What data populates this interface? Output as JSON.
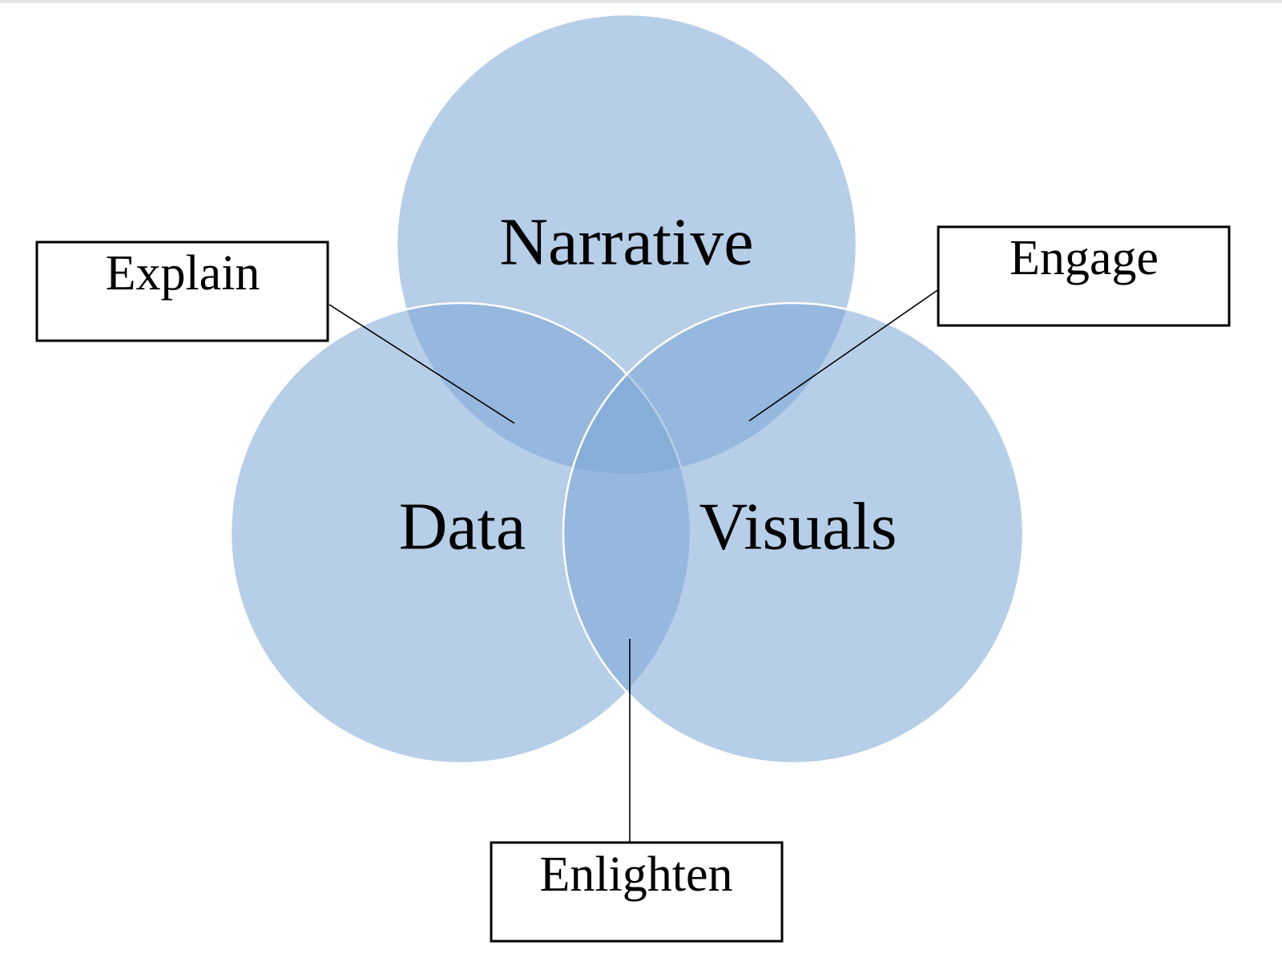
{
  "diagram": {
    "circles": [
      {
        "id": "narrative",
        "label": "Narrative"
      },
      {
        "id": "data",
        "label": "Data"
      },
      {
        "id": "visuals",
        "label": "Visuals"
      }
    ],
    "intersections": [
      {
        "id": "explain",
        "label": "Explain",
        "between": [
          "data",
          "narrative"
        ]
      },
      {
        "id": "engage",
        "label": "Engage",
        "between": [
          "narrative",
          "visuals"
        ]
      },
      {
        "id": "enlighten",
        "label": "Enlighten",
        "between": [
          "data",
          "visuals"
        ]
      }
    ],
    "colors": {
      "circle_fill": "#7ba5d6",
      "circle_edge": "#ffffff",
      "box_stroke": "#000000",
      "text": "#000000"
    }
  }
}
